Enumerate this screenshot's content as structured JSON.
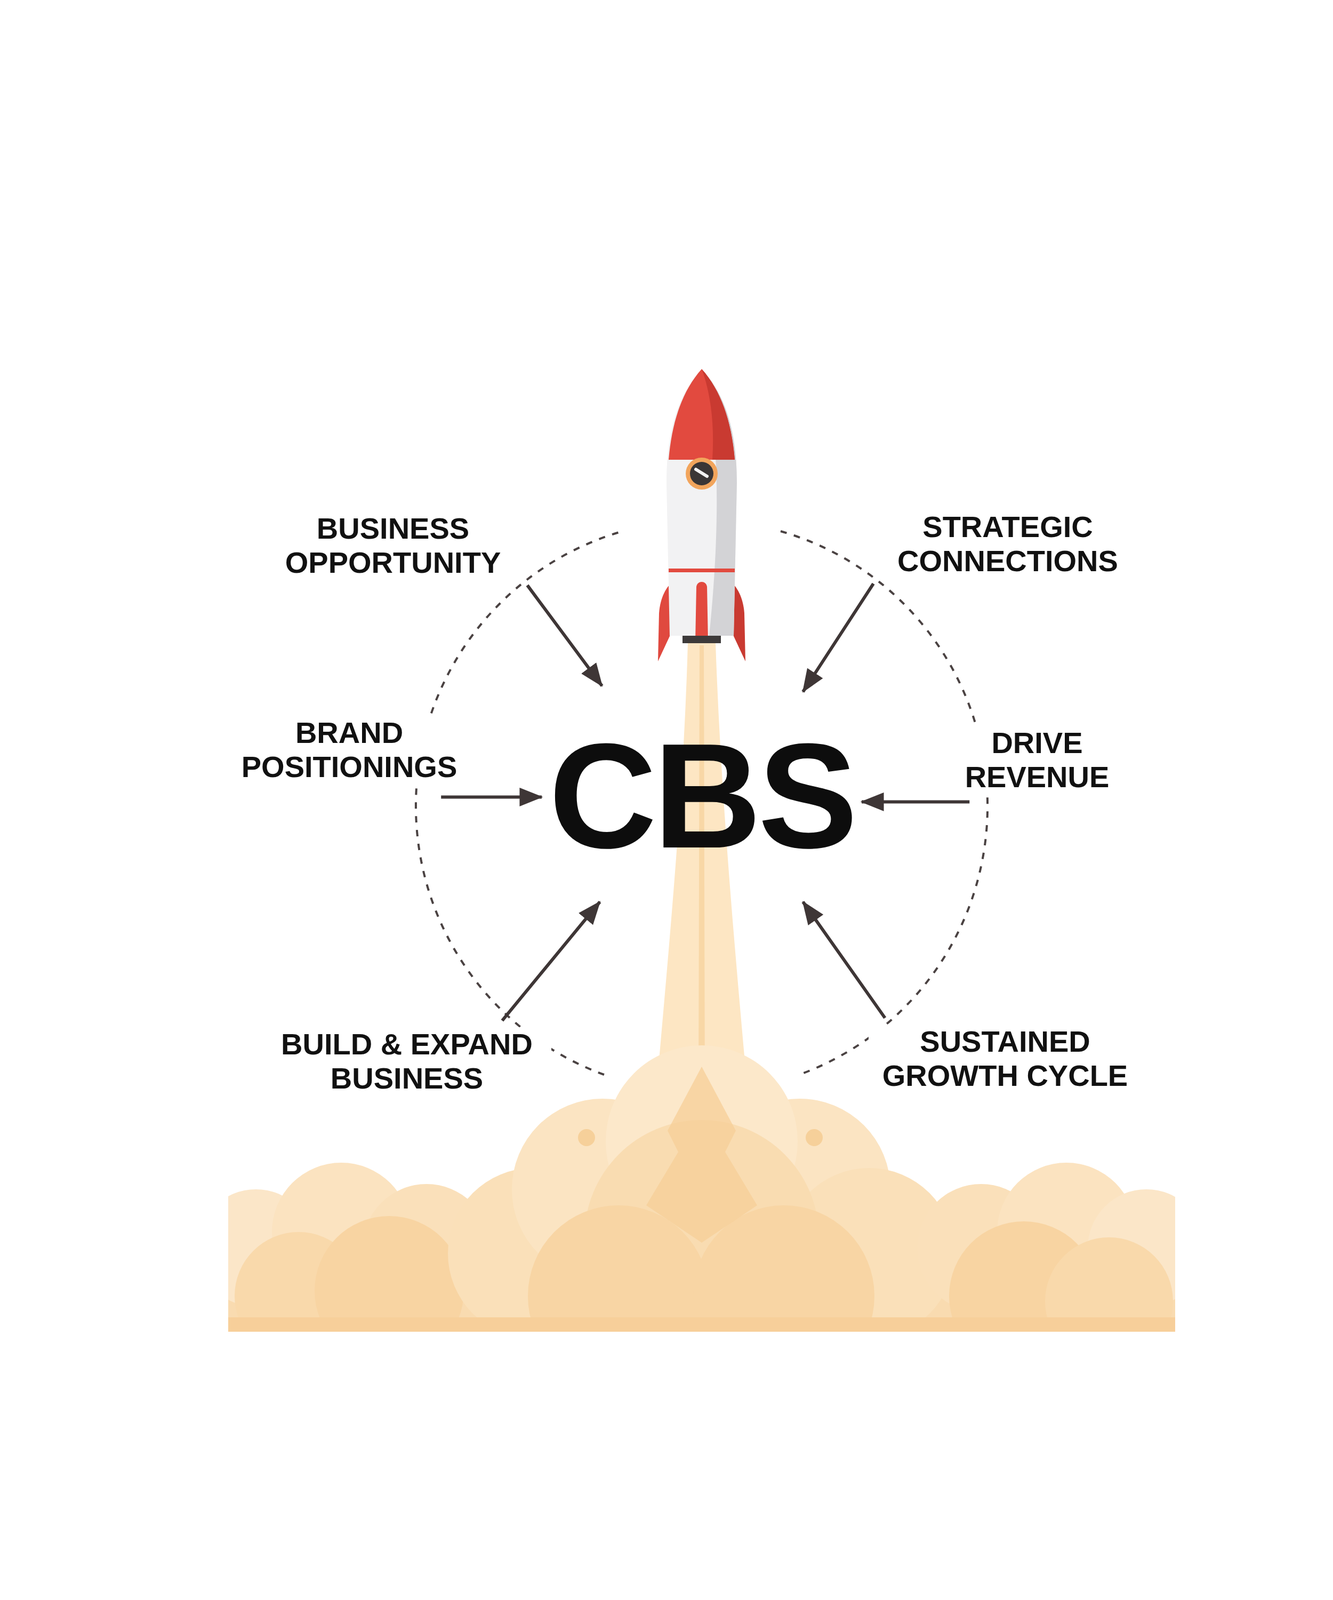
{
  "diagram": {
    "nodes": [
      {
        "text": [
          "BUSINESS OPPORTUNITY"
        ]
      },
      {
        "text": [
          "STRATEGIC CONNECTIONS"
        ]
      },
      {
        "text": [
          "BRAND POSITIONINGS"
        ]
      },
      {
        "text": [
          "CBS"
        ]
      },
      {
        "text": [
          "DRIVE REVENUE"
        ]
      },
      {
        "text": [
          "BUILD & EXPAND BUSINESS"
        ]
      },
      {
        "text": [
          "SUSTAINED GROWTH CYCLE"
        ]
      }
    ],
    "edges": [
      {
        "from": 0,
        "to": 3,
        "arrow": "to"
      },
      {
        "from": 1,
        "to": 3,
        "arrow": "to"
      },
      {
        "from": 2,
        "to": 3,
        "arrow": "to"
      },
      {
        "from": 4,
        "to": 3,
        "arrow": "to"
      },
      {
        "from": 5,
        "to": 3,
        "arrow": "to"
      },
      {
        "from": 6,
        "to": 3,
        "arrow": "to"
      }
    ]
  }
}
